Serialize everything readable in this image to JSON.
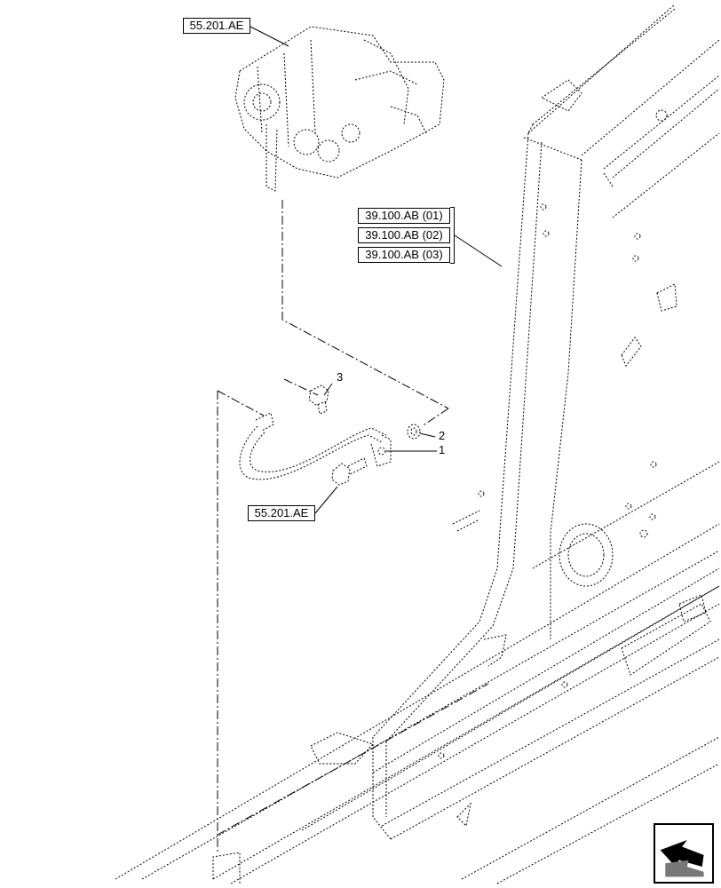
{
  "refs": {
    "starter_motor_ref": "55.201.AE",
    "cable_ref": "55.201.AE",
    "frame_refs": [
      "39.100.AB (01)",
      "39.100.AB (02)",
      "39.100.AB (03)"
    ]
  },
  "callouts": {
    "item1": "1",
    "item2": "2",
    "item3": "3"
  },
  "nav": {
    "icon": "arrow-next-icon"
  }
}
